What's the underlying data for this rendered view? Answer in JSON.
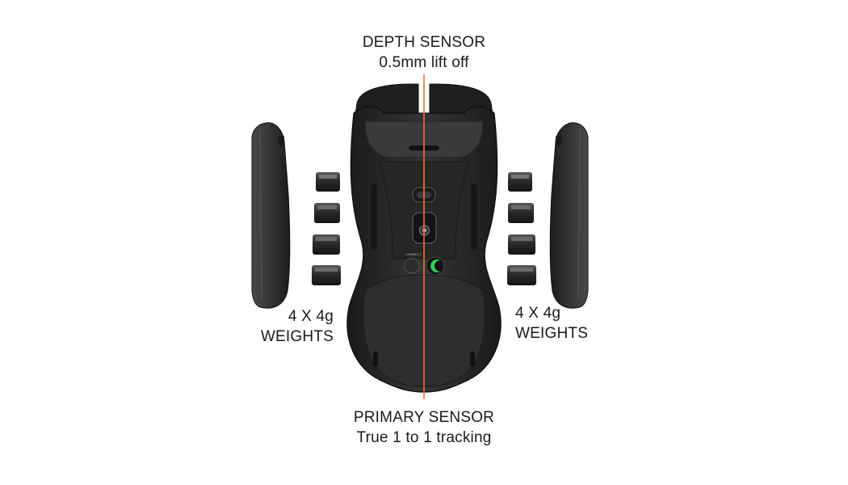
{
  "labels": {
    "depth_sensor": {
      "title": "DEPTH SENSOR",
      "subtitle": "0.5mm lift off"
    },
    "primary_sensor": {
      "title": "PRIMARY SENSOR",
      "subtitle": "True 1 to 1 tracking"
    },
    "left_weights": {
      "line1": "4 X 4g",
      "line2": "WEIGHTS"
    },
    "right_weights": {
      "line1": "4 X 4g",
      "line2": "WEIGHTS"
    }
  },
  "mouse": {
    "connect_label": "CONNECT"
  },
  "colors": {
    "sensor_line": "#e8743b",
    "body": "#2b2b2b",
    "body_dark": "#1c1c1c",
    "body_light": "#3d3d3d",
    "accent_green": "#37d05a"
  }
}
